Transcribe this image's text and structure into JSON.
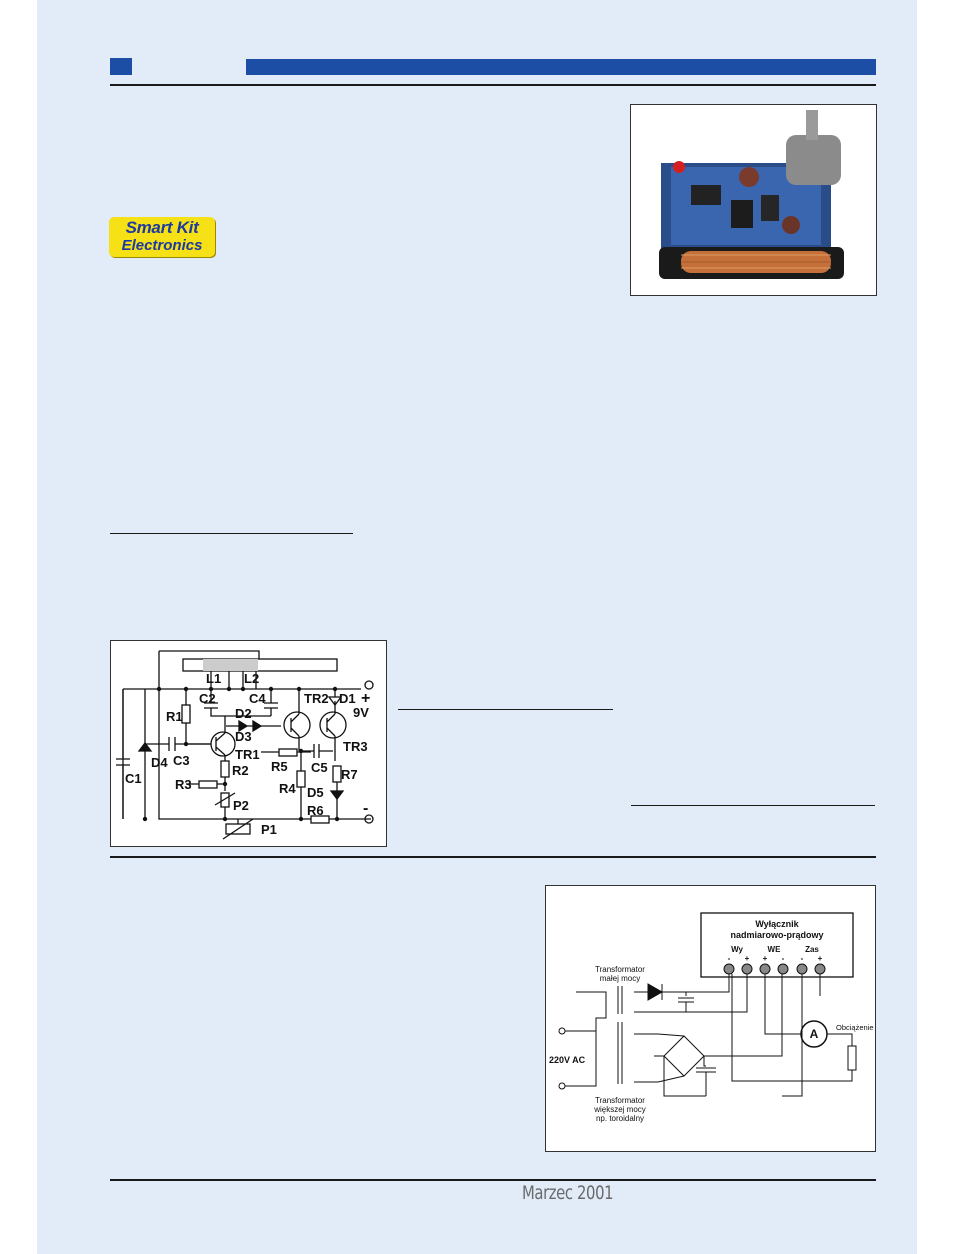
{
  "logo": {
    "line1": "Smart Kit",
    "line2": "Electronics"
  },
  "schematic": {
    "labels": [
      "L1",
      "L2",
      "C2",
      "C4",
      "TR2",
      "D1",
      "9V",
      "R1",
      "D2",
      "D3",
      "C3",
      "TR1",
      "R5",
      "C5",
      "TR3",
      "C1",
      "D4",
      "R2",
      "R3",
      "P2",
      "R4",
      "D5",
      "R7",
      "R6",
      "P1"
    ],
    "plus": "+",
    "minus": "-"
  },
  "diagram": {
    "box_title_1": "Wyłącznik",
    "box_title_2": "nadmiarowo-prądowy",
    "terminal_groups": [
      "Wy",
      "WE",
      "Zas"
    ],
    "terminal_signs": [
      "-",
      "+",
      "+",
      "-",
      "-",
      "+"
    ],
    "transformer_small_1": "Transformator",
    "transformer_small_2": "małej mocy",
    "supply": "220V AC",
    "load": "Obciążenie",
    "meter": "A",
    "transformer_big_1": "Transformator",
    "transformer_big_2": "większej mocy",
    "transformer_big_3": "np. toroidalny"
  },
  "footer": {
    "date": "Marzec 2001"
  },
  "colors": {
    "page_bg": "#e2ebf8",
    "header_blue": "#1d4ea5",
    "logo_yellow": "#f6e016"
  }
}
